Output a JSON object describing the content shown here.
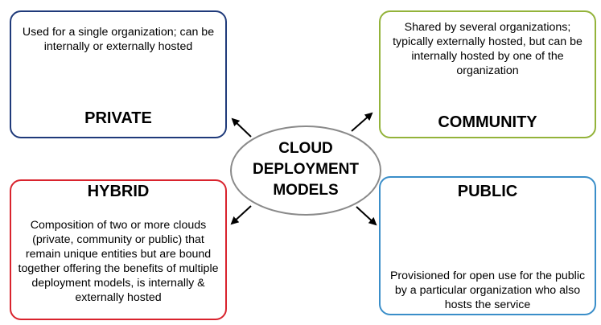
{
  "center": {
    "lines": [
      "CLOUD",
      "DEPLOYMENT",
      "MODELS"
    ]
  },
  "private": {
    "title": "PRIVATE",
    "description": "Used for a single organization; can be internally or externally hosted"
  },
  "community": {
    "title": "COMMUNITY",
    "description": "Shared by several organizations; typically externally hosted, but can be internally hosted by one of the organization"
  },
  "hybrid": {
    "title": "HYBRID",
    "description": "Composition of two or more clouds (private, community or public) that remain unique entities but are bound together offering the benefits of multiple deployment models, is internally & externally hosted"
  },
  "public": {
    "title": "PUBLIC",
    "description": "Provisioned for open use for the public by a particular organization who also hosts the service"
  },
  "colors": {
    "private": "#1f3a7a",
    "community": "#93b33a",
    "hybrid": "#d9232d",
    "public": "#3a8ec9",
    "ellipse_border": "#8a8a8a"
  }
}
